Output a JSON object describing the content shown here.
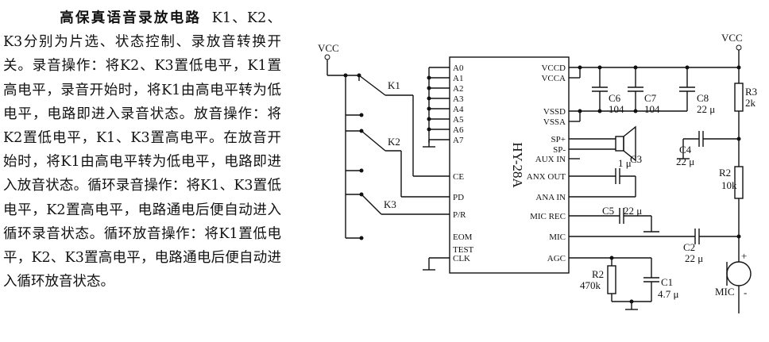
{
  "text": {
    "title": "高保真语音录放电路",
    "body": "K1、K2、K3分别为片选、状态控制、录放音转换开关。录音操作：将K2、K3置低电平，K1置高电平，录音开始时，将K1由高电平转为低电平，电路即进入录音状态。放音操作：将K2置低电平，K1、K3置高电平。在放音开始时，将K1由高电平转为低电平，电路即进入放音状态。循环录音操作：将K1、K3置低电平，K2置高电平，电路通电后便自动进入循环录音状态。循环放音操作：将K1置低电平，K2、K3置高电平，电路通电后便自动进入循环放音状态。"
  },
  "schematic": {
    "chip_name": "HY-28A",
    "left_pins": [
      "A0",
      "A1",
      "A2",
      "A3",
      "A4",
      "A5",
      "A6",
      "A7",
      "CE",
      "PD",
      "P/R",
      "EOM",
      "TEST",
      "CLK"
    ],
    "right_pins": [
      "VCCD",
      "VCCA",
      "VSSD",
      "VSSA",
      "SP+",
      "SP-",
      "AUX IN",
      "ANX OUT",
      "ANA IN",
      "MIC REC",
      "MIC",
      "AGC"
    ],
    "vcc_left": "VCC",
    "vcc_right": "VCC",
    "switches": [
      "K1",
      "K2",
      "K3"
    ],
    "components": {
      "c6": {
        "name": "C6",
        "value": "104"
      },
      "c7": {
        "name": "C7",
        "value": "104"
      },
      "c8": {
        "name": "C8",
        "value": "22 μ"
      },
      "c3": {
        "name": "C3"
      },
      "c4": {
        "name": "C4",
        "value": "22 μ"
      },
      "r3": {
        "name": "R3",
        "value": "2k"
      },
      "r2a": {
        "name": "R2",
        "value": "10k"
      },
      "c_anx": {
        "value": "1 μ"
      },
      "c5": {
        "name": "C5",
        "value": "22 μ"
      },
      "c2": {
        "name": "C2",
        "value": "22 μ"
      },
      "r2b": {
        "name": "R2",
        "value": "470k"
      },
      "c1": {
        "name": "C1",
        "value": "4.7 μ"
      },
      "mic": {
        "name": "MIC",
        "plus": "+",
        "minus": "-"
      }
    }
  }
}
